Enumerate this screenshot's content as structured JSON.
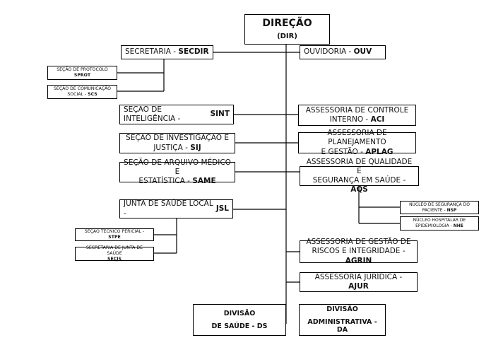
{
  "dir": {
    "title": "DIREÇÃO",
    "code": "(DIR)"
  },
  "secretaria": {
    "label": "SECRETARIA - ",
    "code": "SECDIR"
  },
  "ouvidoria": {
    "label": "OUVIDORIA - ",
    "code": "OUV"
  },
  "sprot": {
    "label": "SEÇÃO DE PROTOCOLO",
    "code": "SPROT"
  },
  "scs": {
    "label1": "SEÇÃO DE COMUNICAÇÃO",
    "label2": "SOCIAL - ",
    "code": "SCS"
  },
  "sint": {
    "label": "SEÇÃO DE INTELIGÊNCIA - ",
    "code": "SINT"
  },
  "aci": {
    "label1": "ASSESSORIA DE CONTROLE",
    "label2": "INTERNO - ",
    "code": "ACI"
  },
  "sij": {
    "label1": "SEÇÃO DE INVESTIGAÇÃO E",
    "label2": "JUSTIÇA - ",
    "code": "SIJ"
  },
  "aplag": {
    "label1": "ASSESSORIA DE PLANEJAMENTO",
    "label2": "E GESTÃO - ",
    "code": "APLAG"
  },
  "same": {
    "label1": "SEÇÃO DE ARQUIVO MÉDICO E",
    "label2": "ESTATÍSTICA - ",
    "code": "SAME"
  },
  "aqs": {
    "label1": "ASSESSORIA DE QUALIDADE E",
    "label2": "SEGURANÇA EM SAÚDE - ",
    "code": "AQS"
  },
  "nsp": {
    "label1": "NÚCLEO DE SEGURANÇA DO",
    "label2": "PACIENTE - ",
    "code": "NSP"
  },
  "nhe": {
    "label1": "NÚCLEO HOSPITALAR DE",
    "label2": "EPIDEMIOLOGIA - ",
    "code": "NHE"
  },
  "jsl": {
    "label": "JUNTA DE SAÚDE LOCAL - ",
    "code": "JSL"
  },
  "stpe": {
    "label": "SEÇÃO TÉCNICO PERICIAL - ",
    "code": "STPE"
  },
  "secjs": {
    "label": "SECRETARIA DE JUNTA DE SAÚDE",
    "code": "SECJS"
  },
  "agrin": {
    "label1": "ASSESSORIA DE GESTÃO DE",
    "label2": "RISCOS E INTEGRIDADE - ",
    "code": "AGRIN"
  },
  "ajur": {
    "label": "ASSESSORIA JURÍDICA - ",
    "code": "AJUR"
  },
  "ds": {
    "label1": "DIVISÃO",
    "label2": "DE SAÚDE - DS"
  },
  "da": {
    "label1": "DIVISÃO",
    "label2": "ADMINISTRATIVA - DA"
  }
}
